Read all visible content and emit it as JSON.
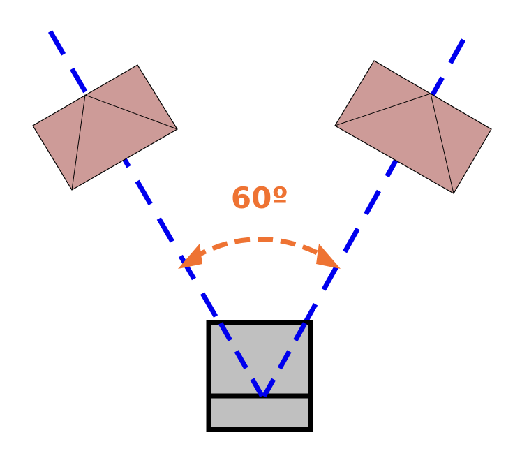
{
  "diagram": {
    "angle_label": "60º",
    "angle_degrees": 60,
    "elements": {
      "left_speaker": "speaker",
      "right_speaker": "speaker",
      "listener": "listening-position",
      "sight_lines": "dashed-lines",
      "angle_arc": "double-arrow"
    }
  },
  "colors": {
    "sight_line": "#0000ee",
    "angle_arc": "#ee7333",
    "angle_label": "#ee7333",
    "speaker_fill": "#cd9b98",
    "speaker_stroke": "#000000",
    "listener_fill": "#c0c0c0",
    "listener_stroke": "#000000",
    "background": "#ffffff"
  }
}
